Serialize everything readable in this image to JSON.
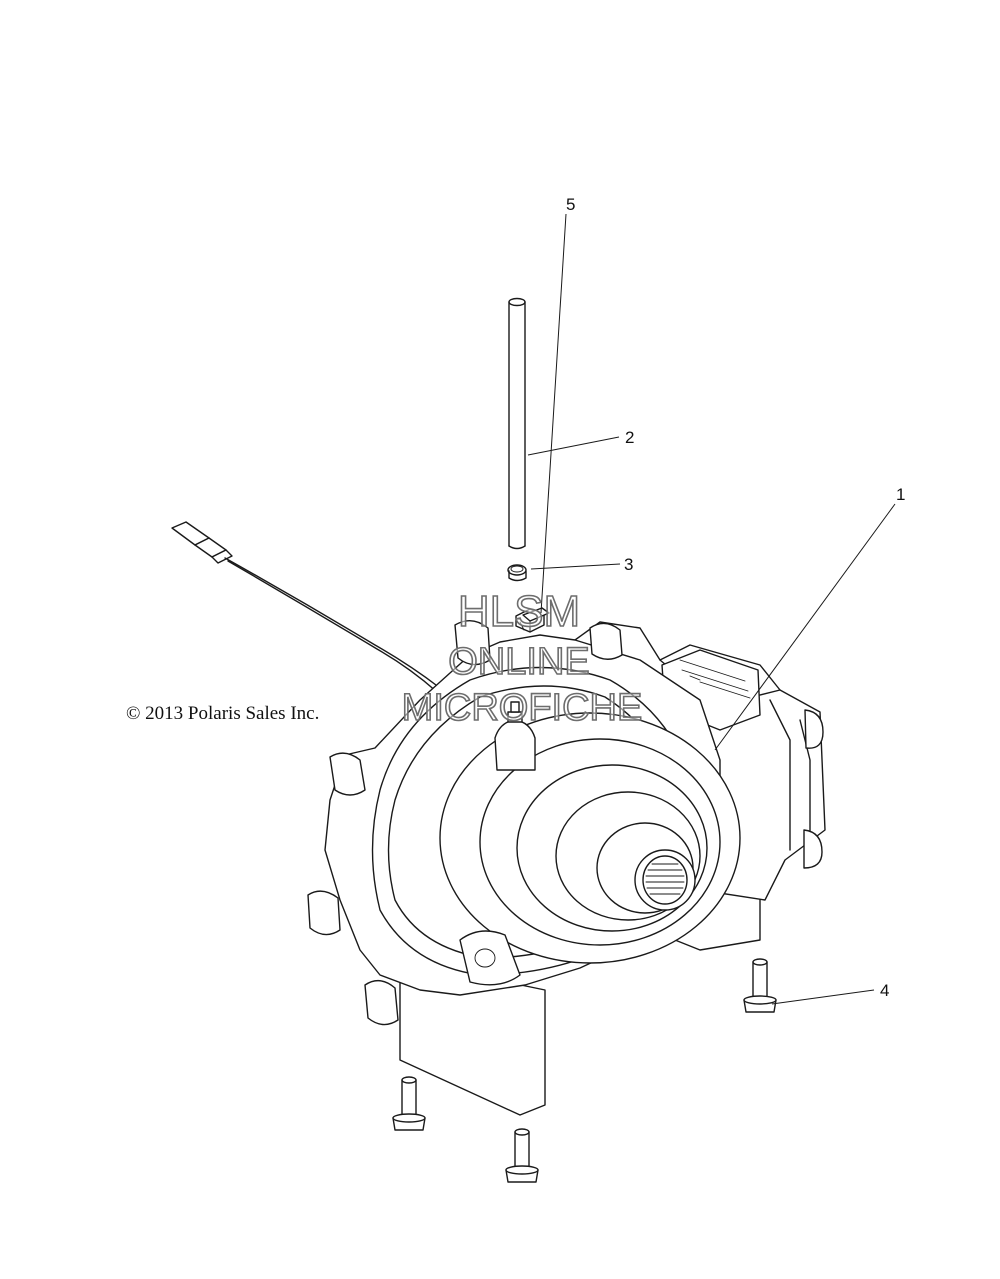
{
  "callouts": {
    "c1": "1",
    "c2": "2",
    "c3": "3",
    "c4": "4",
    "c5": "5"
  },
  "copyright": "© 2013 Polaris Sales Inc.",
  "watermark": {
    "line1": "HLSM",
    "line2": "ONLINE",
    "line3": "MICROFICHE"
  },
  "parts": [
    {
      "callout": "1",
      "icon": "gearcase-housing-icon"
    },
    {
      "callout": "2",
      "icon": "vent-tube-icon"
    },
    {
      "callout": "3",
      "icon": "hose-clamp-icon"
    },
    {
      "callout": "4",
      "icon": "flange-bolt-icon"
    },
    {
      "callout": "5",
      "icon": "vent-cap-icon"
    }
  ],
  "colors": {
    "line": "#1a1a1a",
    "background": "#ffffff",
    "watermark": "#6d6d6d"
  }
}
